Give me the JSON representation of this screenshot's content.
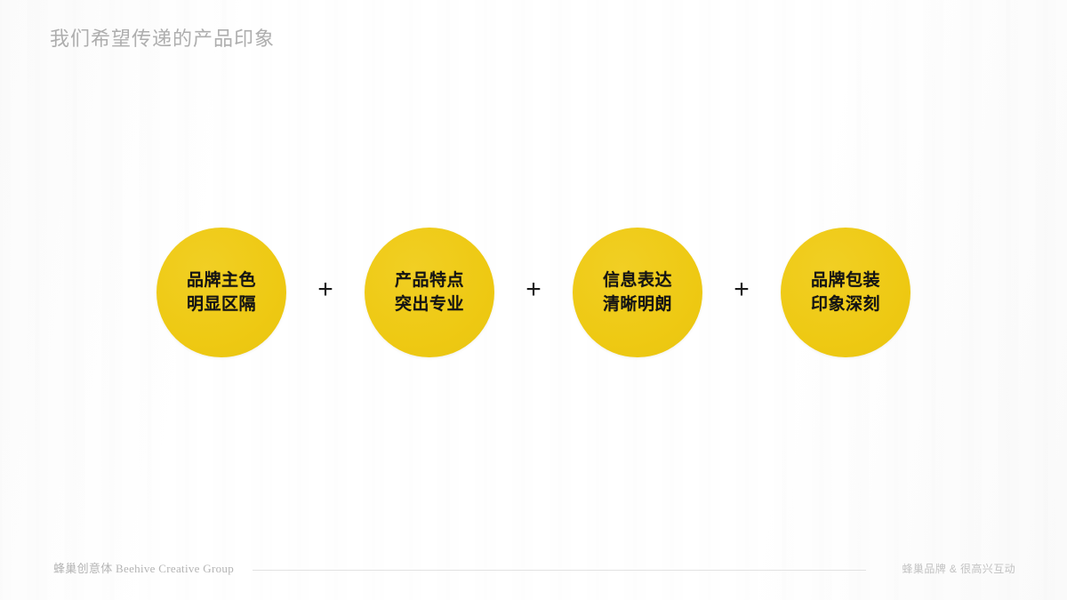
{
  "slide": {
    "title": "我们希望传递的产品印象",
    "background_color": "#fdfdfd",
    "accent_color": "#efc91a",
    "title_color": "#aeaeae",
    "bubble_text_color": "#141414"
  },
  "diagram": {
    "connector_symbol": "+",
    "bubbles": [
      {
        "line1": "品牌主色",
        "line2": "明显区隔"
      },
      {
        "line1": "产品特点",
        "line2": "突出专业"
      },
      {
        "line1": "信息表达",
        "line2": "清晰明朗"
      },
      {
        "line1": "品牌包装",
        "line2": "印象深刻"
      }
    ]
  },
  "footer": {
    "left": "蜂巢创意体  Beehive Creative Group",
    "right": "蜂巢品牌 & 很高兴互动"
  }
}
